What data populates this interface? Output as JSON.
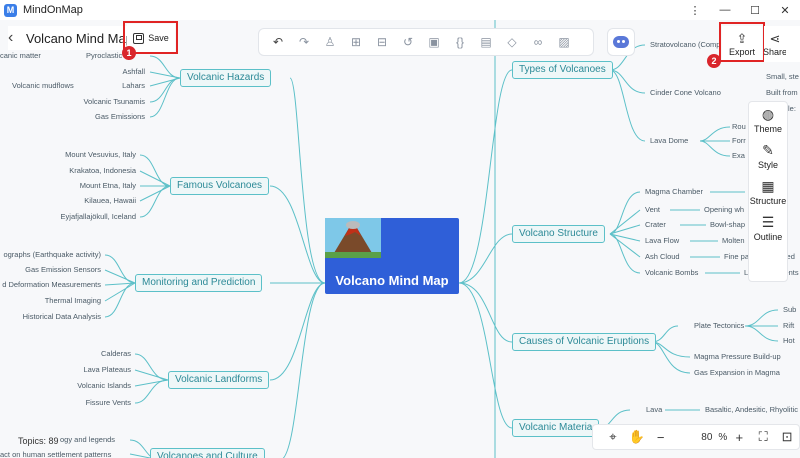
{
  "app": {
    "name": "MindOnMap",
    "logo": "M"
  },
  "window": {
    "min": "—",
    "max": "☐",
    "close": "✕",
    "pin": "⋮"
  },
  "document": {
    "title": "Volcano Mind Map",
    "back": "‹"
  },
  "toolbar": {
    "save_label": "Save",
    "export_label": "Export",
    "share_label": "Share"
  },
  "badges": {
    "save": "1",
    "export": "2"
  },
  "side_panel": {
    "theme": "Theme",
    "style": "Style",
    "structure": "Structure",
    "outline": "Outline"
  },
  "bottom": {
    "zoom": "80",
    "zoom_unit": "%",
    "topics_label": "Topics:",
    "topics_count": "89"
  },
  "central": {
    "title": "Volcano Mind Map"
  },
  "left_branches": [
    {
      "label": "Volcanic Hazards",
      "children": [
        "Ashfall",
        "Lahars",
        "Volcanic Tsunamis",
        "Gas Emissions"
      ],
      "extra": [
        [
          "canic matter",
          "Pyroclastic"
        ],
        [
          "Volcanic mudflows",
          ""
        ]
      ]
    },
    {
      "label": "Famous Volcanoes",
      "children": [
        "Mount Vesuvius, Italy",
        "Krakatoa, Indonesia",
        "Mount Etna, Italy",
        "Kilauea, Hawaii",
        "Eyjafjallajökull, Iceland"
      ]
    },
    {
      "label": "Monitoring and Prediction",
      "children": [
        "ographs (Earthquake activity)",
        "Gas Emission Sensors",
        "d Deformation Measurements",
        "Thermal Imaging",
        "Historical Data Analysis"
      ]
    },
    {
      "label": "Volcanic Landforms",
      "children": [
        "Calderas",
        "Lava Plateaus",
        "Volcanic Islands",
        "Fissure Vents"
      ]
    },
    {
      "label": "Volcanoes and Culture",
      "children": [
        "ogy and legends",
        "act on human settlement patterns"
      ]
    }
  ],
  "right_branches": [
    {
      "label": "Types of Volcanoes",
      "children": [
        "Stratovolcano (Comp",
        "Cinder Cone Volcano",
        "Lava Dome"
      ],
      "details": [
        "Small, ste",
        "Built from",
        "le:",
        "Rou",
        "Forr",
        "Exa"
      ]
    },
    {
      "label": "Volcano Structure",
      "children": [
        "Magma Chamber",
        "Vent",
        "Crater",
        "Lava Flow",
        "Ash Cloud",
        "Volcanic Bombs"
      ],
      "details": [
        "",
        "Opening wh",
        "Bowl-shap",
        "Molten",
        "Fine particles ejected",
        "Large fragments"
      ]
    },
    {
      "label": "Causes of Volcanic Eruptions",
      "children": [
        "Plate Tectonics",
        "Magma Pressure Build-up",
        "Gas Expansion in Magma"
      ],
      "details": [
        "Sub",
        "Rift",
        "Hot"
      ]
    },
    {
      "label": "Volcanic Materia",
      "children": [
        "Lava"
      ],
      "details": [
        "Basaltic, Andesitic, Rhyolitic"
      ]
    }
  ],
  "colors": {
    "accent": "#2f5fd8",
    "branch": "#5cc0c8",
    "highlight": "#e02424",
    "badge": "#d9262c"
  }
}
